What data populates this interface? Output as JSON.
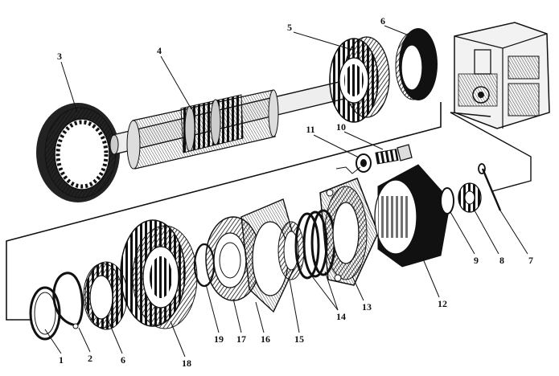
{
  "labels": [
    {
      "id": "1",
      "text": "1"
    },
    {
      "id": "2",
      "text": "2"
    },
    {
      "id": "3",
      "text": "3"
    },
    {
      "id": "4",
      "text": "4"
    },
    {
      "id": "5",
      "text": "5"
    },
    {
      "id": "6a",
      "text": "6"
    },
    {
      "id": "6b",
      "text": "6"
    },
    {
      "id": "7",
      "text": "7"
    },
    {
      "id": "8",
      "text": "8"
    },
    {
      "id": "9",
      "text": "9"
    },
    {
      "id": "10",
      "text": "10"
    },
    {
      "id": "11",
      "text": "11"
    },
    {
      "id": "12",
      "text": "12"
    },
    {
      "id": "13",
      "text": "13"
    },
    {
      "id": "14",
      "text": "14"
    },
    {
      "id": "15",
      "text": "15"
    },
    {
      "id": "16",
      "text": "16"
    },
    {
      "id": "17",
      "text": "17"
    },
    {
      "id": "18",
      "text": "18"
    },
    {
      "id": "19",
      "text": "19"
    }
  ]
}
